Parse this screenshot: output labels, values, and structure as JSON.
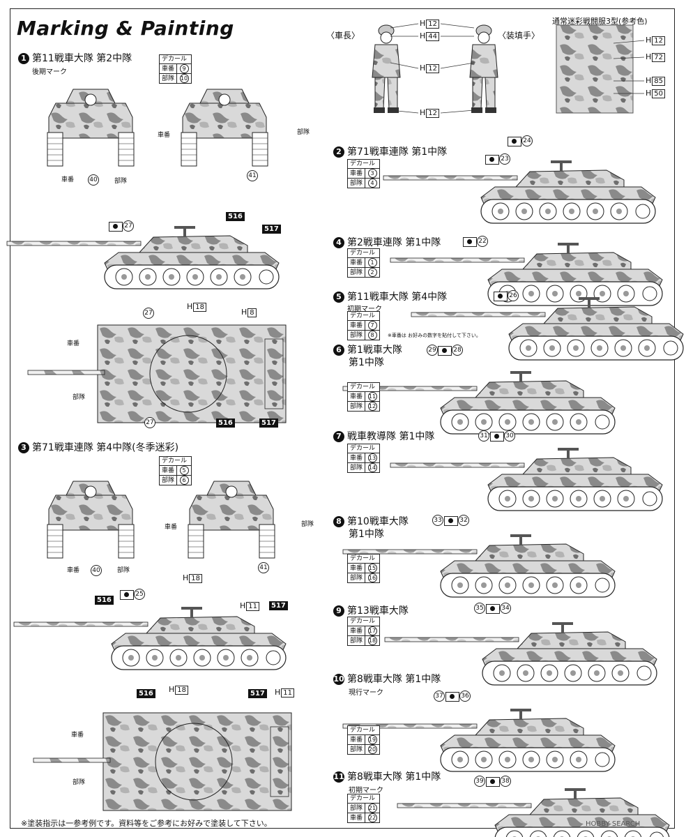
{
  "title": "Marking & Painting",
  "figure_labels": {
    "commander": "〈車長〉",
    "loader": "〈装填手〉",
    "camo_title": "通常迷彩戦闘服3型(参考色)"
  },
  "figure_colors": [
    {
      "h": "H",
      "code": "12"
    },
    {
      "h": "H",
      "code": "44"
    },
    {
      "h": "H",
      "code": "12"
    },
    {
      "h": "H",
      "code": "12"
    }
  ],
  "camo_colors": [
    {
      "h": "H",
      "code": "12"
    },
    {
      "h": "H",
      "code": "72"
    },
    {
      "h": "H",
      "code": "85"
    },
    {
      "h": "H",
      "code": "50"
    }
  ],
  "common": {
    "decal_header": "デカール",
    "vehicle_no": "車番",
    "unit": "部隊"
  },
  "sections": [
    {
      "num": "1",
      "name": "第11戦車大隊 第2中隊",
      "sub": "後期マーク",
      "decals": [
        {
          "row": "車番",
          "val": "9"
        },
        {
          "row": "部隊",
          "val": "10"
        }
      ]
    },
    {
      "num": "2",
      "name": "第71戦車連隊 第1中隊",
      "sub": "",
      "decals": [
        {
          "row": "車番",
          "val": "3"
        },
        {
          "row": "部隊",
          "val": "4"
        }
      ]
    },
    {
      "num": "3",
      "name": "第71戦車連隊 第4中隊(冬季迷彩)",
      "sub": "",
      "decals": [
        {
          "row": "車番",
          "val": "5"
        },
        {
          "row": "部隊",
          "val": "6"
        }
      ]
    },
    {
      "num": "4",
      "name": "第2戦車連隊 第1中隊",
      "sub": "",
      "decals": [
        {
          "row": "車番",
          "val": "1"
        },
        {
          "row": "部隊",
          "val": "2"
        }
      ]
    },
    {
      "num": "5",
      "name": "第11戦車大隊 第4中隊",
      "sub": "初期マーク",
      "decals": [
        {
          "row": "車番",
          "val": "7"
        },
        {
          "row": "部隊",
          "val": "8"
        }
      ]
    },
    {
      "num": "6",
      "name": "第1戦車大隊",
      "name2": "第1中隊",
      "sub": "",
      "decals": [
        {
          "row": "車番",
          "val": "11"
        },
        {
          "row": "部隊",
          "val": "12"
        }
      ]
    },
    {
      "num": "7",
      "name": "戦車教導隊 第1中隊",
      "sub": "",
      "decals": [
        {
          "row": "車番",
          "val": "13"
        },
        {
          "row": "部隊",
          "val": "14"
        }
      ]
    },
    {
      "num": "8",
      "name": "第10戦車大隊",
      "name2": "第1中隊",
      "sub": "",
      "decals": [
        {
          "row": "車番",
          "val": "15"
        },
        {
          "row": "部隊",
          "val": "16"
        }
      ]
    },
    {
      "num": "9",
      "name": "第13戦車大隊",
      "sub": "",
      "decals": [
        {
          "row": "車番",
          "val": "17"
        },
        {
          "row": "部隊",
          "val": "18"
        }
      ]
    },
    {
      "num": "10",
      "name": "第8戦車大隊 第1中隊",
      "sub": "現行マーク",
      "decals": [
        {
          "row": "車番",
          "val": "19"
        },
        {
          "row": "部隊",
          "val": "20"
        }
      ]
    },
    {
      "num": "11",
      "name": "第8戦車大隊 第1中隊",
      "sub": "初期マーク",
      "decals": [
        {
          "row": "部隊",
          "val": "21"
        },
        {
          "row": "車番",
          "val": "22"
        }
      ]
    }
  ],
  "s1_marks": {
    "side": "27",
    "top_a": "27",
    "top_b": "27",
    "front": "40",
    "rear": "41",
    "blk1": "516",
    "blk2": "517",
    "h1": "18",
    "h2": "8"
  },
  "s3_marks": {
    "side": "25",
    "front": "40",
    "rear": "41",
    "blk1": "516",
    "blk2": "517",
    "h1": "18",
    "h2": "11",
    "h3": "18",
    "h4": "11"
  },
  "tank_marks": {
    "s2": [
      "24",
      "23"
    ],
    "s4": [
      "22"
    ],
    "s5": [
      "26"
    ],
    "s6": [
      "29",
      "28"
    ],
    "s7": [
      "31",
      "30"
    ],
    "s8": [
      "33",
      "32"
    ],
    "s9": [
      "35",
      "34"
    ],
    "s10": [
      "37",
      "36"
    ],
    "s11": [
      "39",
      "38"
    ]
  },
  "small_note": "※車番は お好みの数字を貼付して下さい。",
  "footer_note": "※塗装指示は一参考例です。資料等をご参考にお好みで塗装して下さい。",
  "watermark": "HOBBY SEARCH"
}
